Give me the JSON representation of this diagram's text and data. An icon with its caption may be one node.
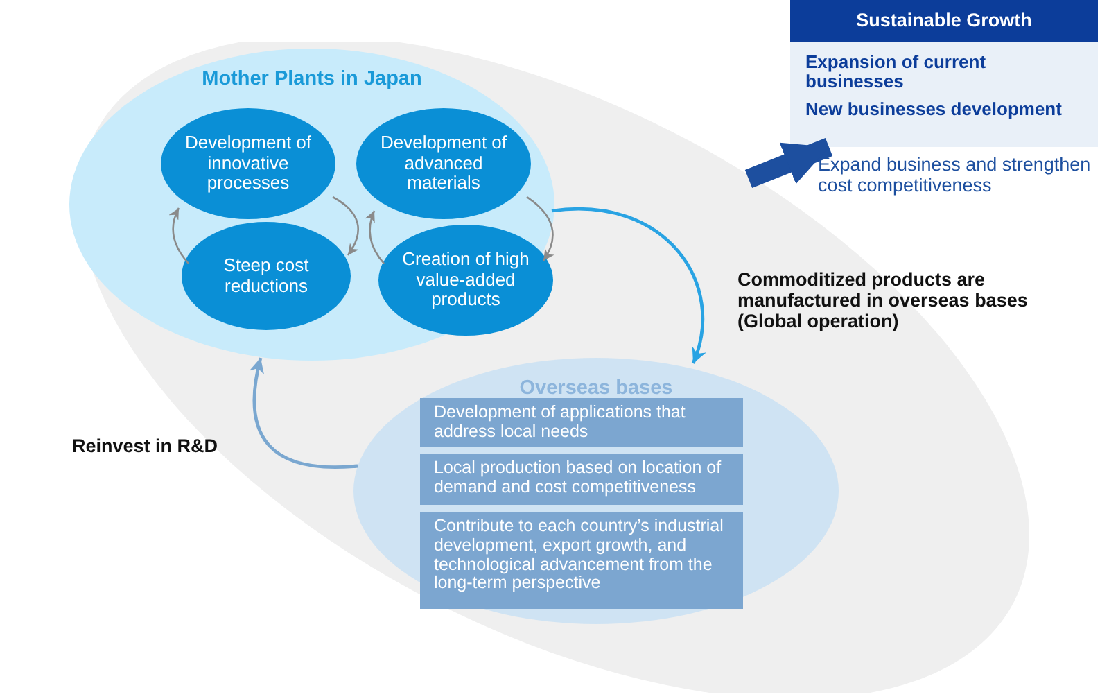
{
  "diagram": {
    "nodes": [
      {
        "text": [],
        "shape": "ellipse"
      },
      {
        "text": [
          "Mother Plants in Japan"
        ],
        "in": 0
      },
      {
        "text": [
          "Development of innovative processes"
        ],
        "in": 1
      },
      {
        "text": [
          "Steep cost reductions"
        ],
        "in": 1
      },
      {
        "text": [
          "Development of advanced materials"
        ],
        "in": 1
      },
      {
        "text": [
          "Creation of high value-added products"
        ],
        "in": 1
      },
      {
        "text": [
          "Overseas bases"
        ],
        "in": 0
      },
      {
        "text": [
          "Development of applications that address local needs"
        ],
        "in": 6
      },
      {
        "text": [
          "Local production based on location of demand and cost competitiveness"
        ],
        "in": 6
      },
      {
        "text": [
          "Contribute to each country’s industrial development, export growth, and technological advancement from the long-term perspective"
        ],
        "in": 6
      },
      {
        "text": [
          "Sustainable Growth",
          "Expansion of current businesses",
          "New businesses development"
        ]
      }
    ],
    "edges": [
      {
        "from": 2,
        "to": 3,
        "arrow": "to"
      },
      {
        "from": 3,
        "to": 2,
        "arrow": "to"
      },
      {
        "from": 4,
        "to": 5,
        "arrow": "to"
      },
      {
        "from": 5,
        "to": 4,
        "arrow": "to"
      },
      {
        "from": 1,
        "to": 6,
        "arrow": "to",
        "label": "Commoditized products are manufactured in overseas bases (Global operation)",
        "color": "#29a3e3"
      },
      {
        "from": 6,
        "to": 1,
        "arrow": "to",
        "label": "Reinvest in R&D",
        "color": "#7aa7d0"
      },
      {
        "from": 0,
        "to": 10,
        "arrow": "to",
        "label": "Expand business and strengthen cost competitiveness",
        "style": "thick",
        "color": "#1d4f9f"
      }
    ]
  }
}
